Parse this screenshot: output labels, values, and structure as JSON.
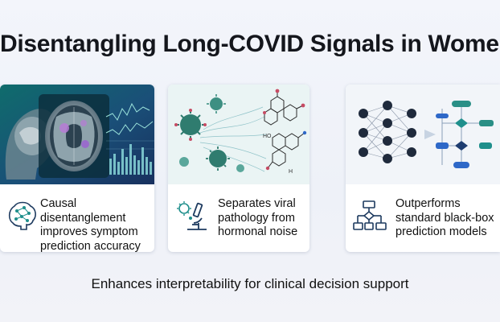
{
  "title": "Disentangling Long-COVID Signals in Women",
  "cards": [
    {
      "text": "Causal disentanglement improves symptom prediction accuracy",
      "art_icon": "brain-mri-scan",
      "body_icon": "brain-network-icon"
    },
    {
      "text": "Separates viral pathology from hormonal noise",
      "art_icon": "virus-and-hormone-molecules",
      "body_icon": "virus-microscope-icon"
    },
    {
      "text": "Outperforms standard black-box prediction models",
      "art_icon": "neural-network-to-flowchart",
      "body_icon": "flowchart-icon"
    }
  ],
  "footer": "Enhances interpretability for clinical decision support",
  "colors": {
    "teal": "#1f8f8c",
    "navy": "#1e3d70",
    "art_bg_1": "#1b5c74",
    "virus": "#2f7c6f",
    "accent_blue": "#2e68c8"
  }
}
